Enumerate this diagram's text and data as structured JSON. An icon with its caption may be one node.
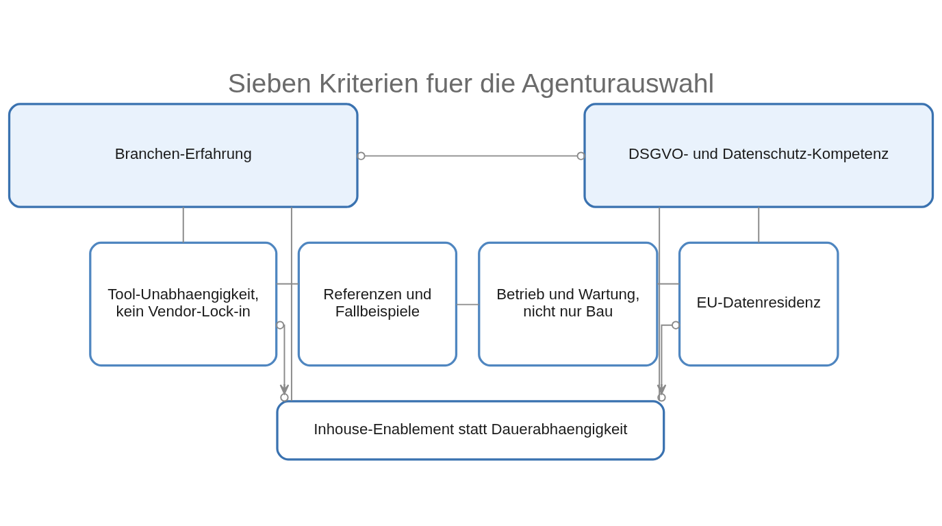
{
  "diagram": {
    "title": "Sieben Kriterien fuer die Agenturauswahl",
    "nodes": [
      {
        "text": [
          "Branchen-Erfahrung"
        ]
      },
      {
        "text": [
          "DSGVO- und Datenschutz-Kompetenz"
        ]
      },
      {
        "text": [
          "Tool-Unabhaengigkeit, kein Vendor-Lock-in"
        ]
      },
      {
        "text": [
          "Referenzen und Fallbeispiele"
        ]
      },
      {
        "text": [
          "Betrieb und Wartung, nicht nur Bau"
        ]
      },
      {
        "text": [
          "EU-Datenresidenz"
        ]
      },
      {
        "text": [
          "Inhouse-Enablement statt Dauerabhaengigkeit"
        ]
      }
    ],
    "edges": [
      {
        "from": 0,
        "to": 1,
        "arrow": "other"
      },
      {
        "from": 0,
        "to": 6,
        "arrow": "none"
      },
      {
        "from": 1,
        "to": 6,
        "arrow": "none"
      },
      {
        "from": 0,
        "to": 2,
        "arrow": "none"
      },
      {
        "from": 1,
        "to": 5,
        "arrow": "none"
      },
      {
        "from": 2,
        "to": 3,
        "arrow": "none"
      },
      {
        "from": 3,
        "to": 4,
        "arrow": "none"
      },
      {
        "from": 4,
        "to": 5,
        "arrow": "none"
      },
      {
        "from": 2,
        "to": 6,
        "arrow": "to"
      },
      {
        "from": 5,
        "to": 6,
        "arrow": "to"
      }
    ]
  }
}
